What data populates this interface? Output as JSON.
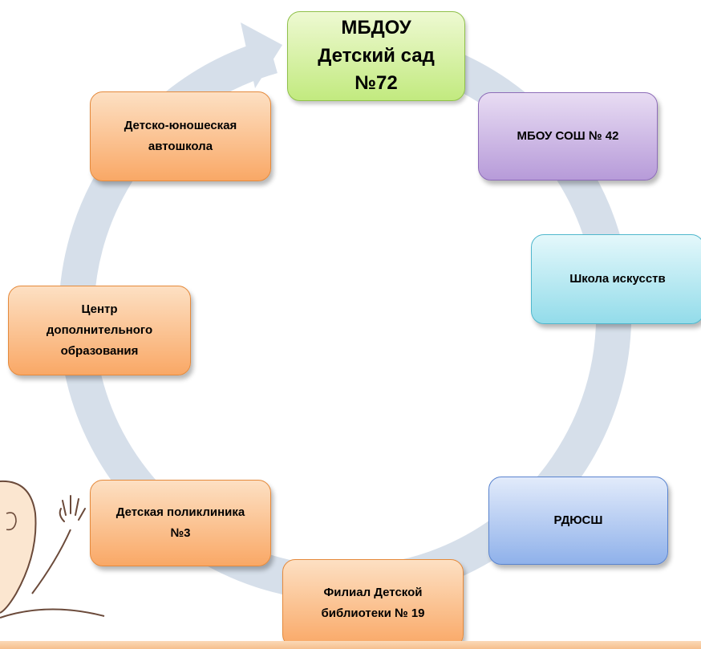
{
  "diagram": {
    "center": "МБДОУ\nДетский сад\n№72",
    "partners": [
      "МБОУ СОШ № 42",
      "Школа искусств",
      "РДЮСШ",
      "Филиал Детской\nбиблиотеки № 19",
      "Детская поликлиника\n№3",
      "Центр\nдополнительного\nобразования",
      "Детско-юношеская\nавтошкола"
    ]
  },
  "colors": {
    "ring": "#d6dfea",
    "center_fill": "#c2ea7f",
    "school_fill": "#b79bd9",
    "art_fill": "#93dcea",
    "sport_fill": "#8fb1ea",
    "partner_fill": "#f9a866",
    "footer": "#f6bf8d"
  },
  "decor": {
    "illustration": "cartoon-boy-waving"
  }
}
